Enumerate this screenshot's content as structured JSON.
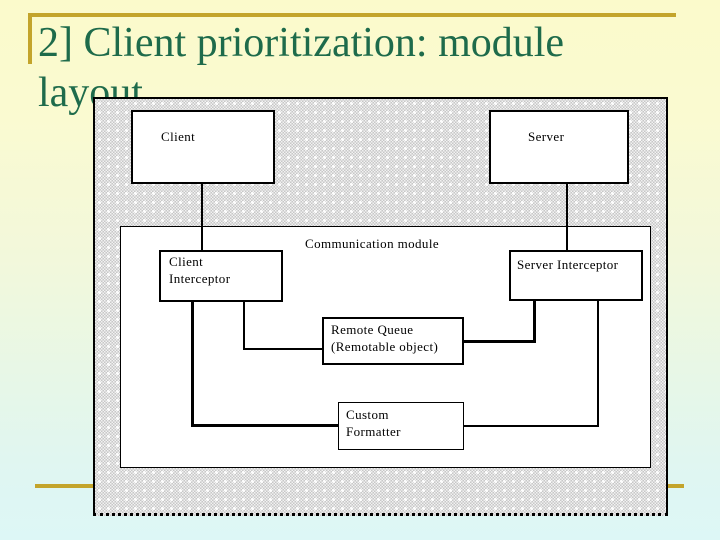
{
  "slide": {
    "title": "2] Client prioritization: module layout"
  },
  "colors": {
    "accent-gold": "#C3A42B",
    "title-green": "#1E6B4B",
    "diagram-gray": "#D6D6D6"
  },
  "diagram": {
    "nodes": {
      "client": {
        "label": "Client"
      },
      "server": {
        "label": "Server"
      },
      "communication_module": {
        "label": "Communication module"
      },
      "client_interceptor": {
        "line1": "Client",
        "line2": "Interceptor"
      },
      "server_interceptor": {
        "label": "Server Interceptor"
      },
      "remote_queue": {
        "line1": "Remote Queue",
        "line2": "(Remotable object)"
      },
      "custom_formatter": {
        "line1": "Custom",
        "line2": "Formatter"
      }
    }
  }
}
